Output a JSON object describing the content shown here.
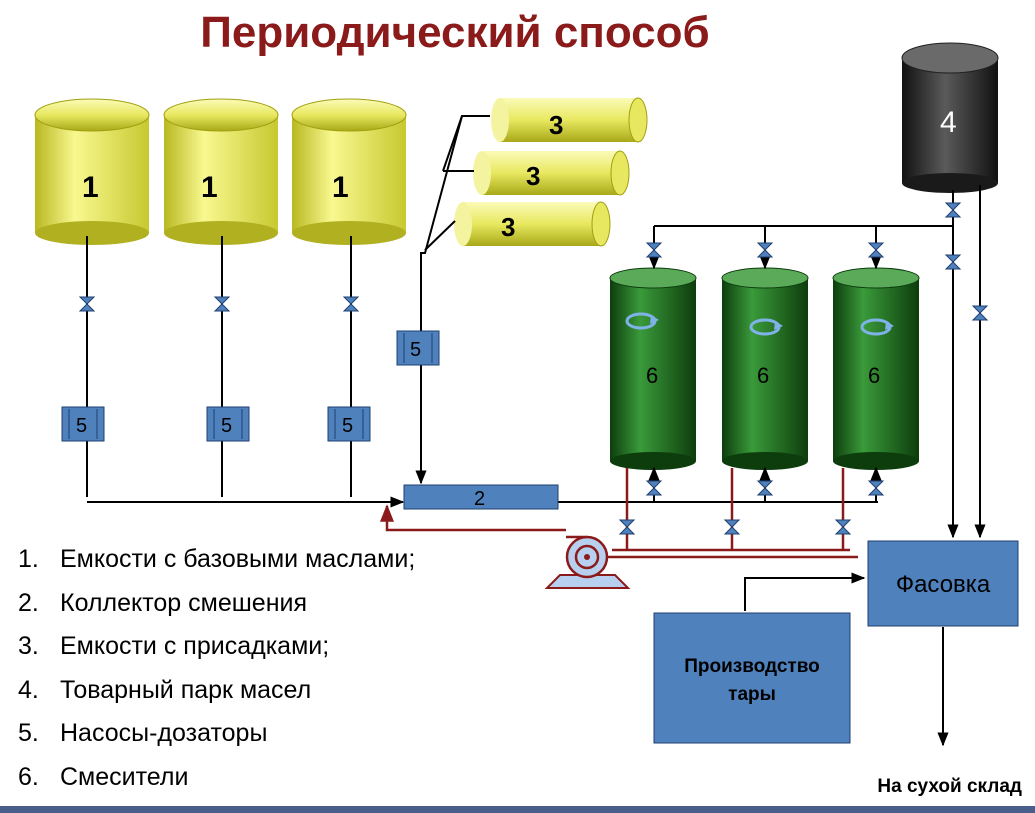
{
  "title": "Периодический способ",
  "tanks": {
    "base_oil_label": "1",
    "collector_label": "2",
    "additive_label": "3",
    "product_park_label": "4",
    "pump_label": "5",
    "mixer_label": "6"
  },
  "packaging_box": {
    "label": "Фасовка"
  },
  "container_box": {
    "line1": "Производство",
    "line2": "тары"
  },
  "destination": "На сухой склад",
  "legend": [
    {
      "num": "1.",
      "text": "Емкости с базовыми маслами;"
    },
    {
      "num": "2.",
      "text": "Коллектор смешения"
    },
    {
      "num": "3.",
      "text": "Емкости с присадками;"
    },
    {
      "num": "4.",
      "text": "Товарный парк масел"
    },
    {
      "num": "5.",
      "text": "Насосы-дозаторы"
    },
    {
      "num": "6.",
      "text": "Смесители"
    }
  ],
  "colors": {
    "title": "#8b1a1a",
    "base_oil_tank": "#e8e860",
    "mixer": "#1f6b1f",
    "product_tank": "#2a2a2a",
    "box_blue": "#4f81bd",
    "return_line": "#8b1a1a"
  }
}
